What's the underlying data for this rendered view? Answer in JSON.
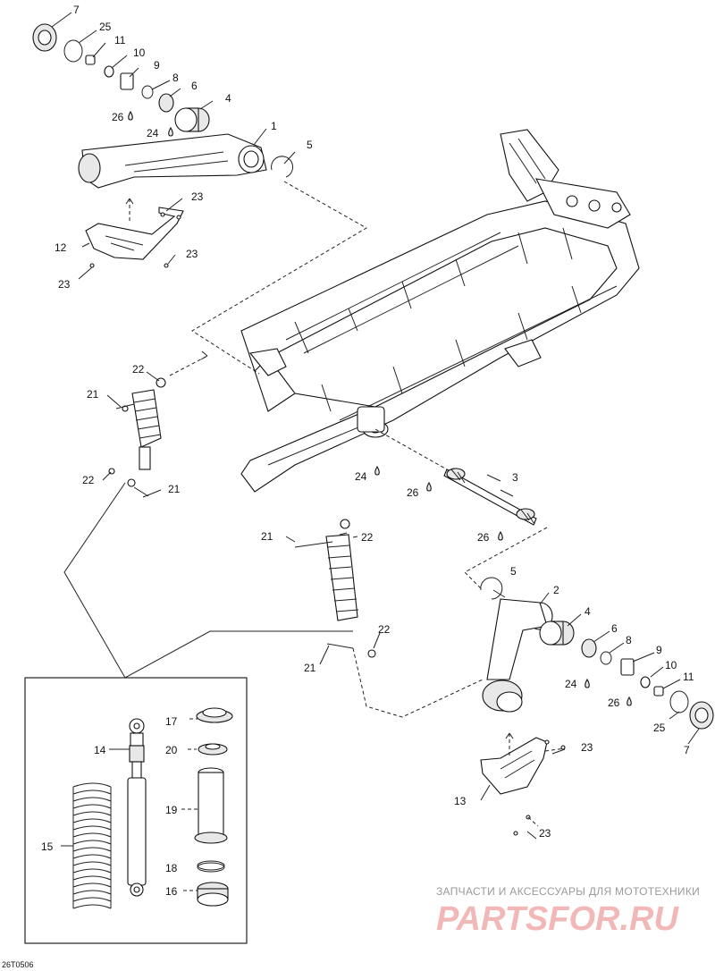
{
  "diagram_code": "26T0506",
  "watermark": {
    "line1": "ЗАПЧАСТИ И АКСЕССУАРЫ ДЛЯ МОТОТЕХНИКИ",
    "logo": "PARTSFOR.RU"
  },
  "callouts": [
    {
      "id": "c-7a",
      "text": "7"
    },
    {
      "id": "c-25a",
      "text": "25"
    },
    {
      "id": "c-11a",
      "text": "11"
    },
    {
      "id": "c-10a",
      "text": "10"
    },
    {
      "id": "c-9a",
      "text": "9"
    },
    {
      "id": "c-8a",
      "text": "8"
    },
    {
      "id": "c-6a",
      "text": "6"
    },
    {
      "id": "c-4a",
      "text": "4"
    },
    {
      "id": "c-26a",
      "text": "26"
    },
    {
      "id": "c-24a",
      "text": "24"
    },
    {
      "id": "c-1",
      "text": "1"
    },
    {
      "id": "c-5a",
      "text": "5"
    },
    {
      "id": "c-23a",
      "text": "23"
    },
    {
      "id": "c-12",
      "text": "12"
    },
    {
      "id": "c-23b",
      "text": "23"
    },
    {
      "id": "c-23c",
      "text": "23"
    },
    {
      "id": "c-22a",
      "text": "22"
    },
    {
      "id": "c-21a",
      "text": "21"
    },
    {
      "id": "c-22b",
      "text": "22"
    },
    {
      "id": "c-21b",
      "text": "21"
    },
    {
      "id": "c-24b",
      "text": "24"
    },
    {
      "id": "c-3",
      "text": "3"
    },
    {
      "id": "c-26b",
      "text": "26"
    },
    {
      "id": "c-26c",
      "text": "26"
    },
    {
      "id": "c-21c",
      "text": "21"
    },
    {
      "id": "c-22c",
      "text": "22"
    },
    {
      "id": "c-5b",
      "text": "5"
    },
    {
      "id": "c-2",
      "text": "2"
    },
    {
      "id": "c-4b",
      "text": "4"
    },
    {
      "id": "c-6b",
      "text": "6"
    },
    {
      "id": "c-8b",
      "text": "8"
    },
    {
      "id": "c-22d",
      "text": "22"
    },
    {
      "id": "c-21d",
      "text": "21"
    },
    {
      "id": "c-9b",
      "text": "9"
    },
    {
      "id": "c-10b",
      "text": "10"
    },
    {
      "id": "c-24c",
      "text": "24"
    },
    {
      "id": "c-11b",
      "text": "11"
    },
    {
      "id": "c-26d",
      "text": "26"
    },
    {
      "id": "c-25b",
      "text": "25"
    },
    {
      "id": "c-7b",
      "text": "7"
    },
    {
      "id": "c-23d",
      "text": "23"
    },
    {
      "id": "c-13",
      "text": "13"
    },
    {
      "id": "c-23e",
      "text": "23"
    },
    {
      "id": "c-17",
      "text": "17"
    },
    {
      "id": "c-14",
      "text": "14"
    },
    {
      "id": "c-20",
      "text": "20"
    },
    {
      "id": "c-19",
      "text": "19"
    },
    {
      "id": "c-15",
      "text": "15"
    },
    {
      "id": "c-18",
      "text": "18"
    },
    {
      "id": "c-16",
      "text": "16"
    }
  ]
}
